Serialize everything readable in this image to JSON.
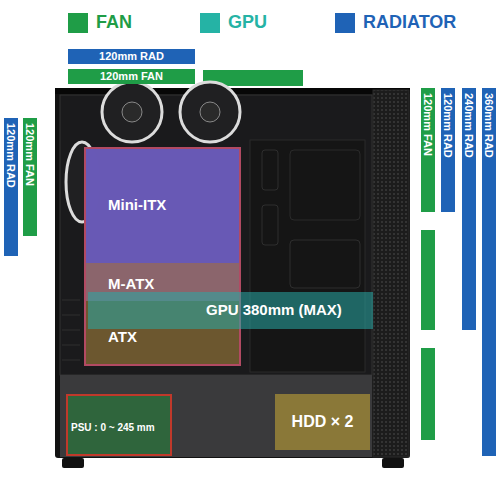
{
  "diagram": {
    "nodes": [
      {
        "text": [
          "120mm RAD"
        ]
      },
      {
        "text": [
          "120mm FAN"
        ]
      },
      {
        "text": [
          "120mm RAD"
        ]
      },
      {
        "text": [
          "120mm FAN"
        ]
      },
      {
        "text": [
          "120mm FAN"
        ]
      },
      {
        "text": [
          "120mm RAD"
        ]
      },
      {
        "text": [
          "240mm RAD"
        ]
      },
      {
        "text": [
          "360mm RAD"
        ]
      },
      {
        "text": [
          "ATX"
        ]
      },
      {
        "text": [
          "M-ATX"
        ],
        "in": 8
      },
      {
        "text": [
          "Mini-ITX"
        ],
        "in": 9
      },
      {
        "text": [
          "GPU  380mm (MAX)"
        ]
      },
      {
        "text": [
          "PSU : 0 ~ 245 mm"
        ]
      },
      {
        "text": [
          "HDD × 2"
        ]
      }
    ],
    "legend": [
      {
        "text": "FAN",
        "color": "#1f9d47"
      },
      {
        "text": "GPU",
        "color": "#25b3a5"
      },
      {
        "text": "RADIATOR",
        "color": "#1f63b6"
      }
    ]
  }
}
